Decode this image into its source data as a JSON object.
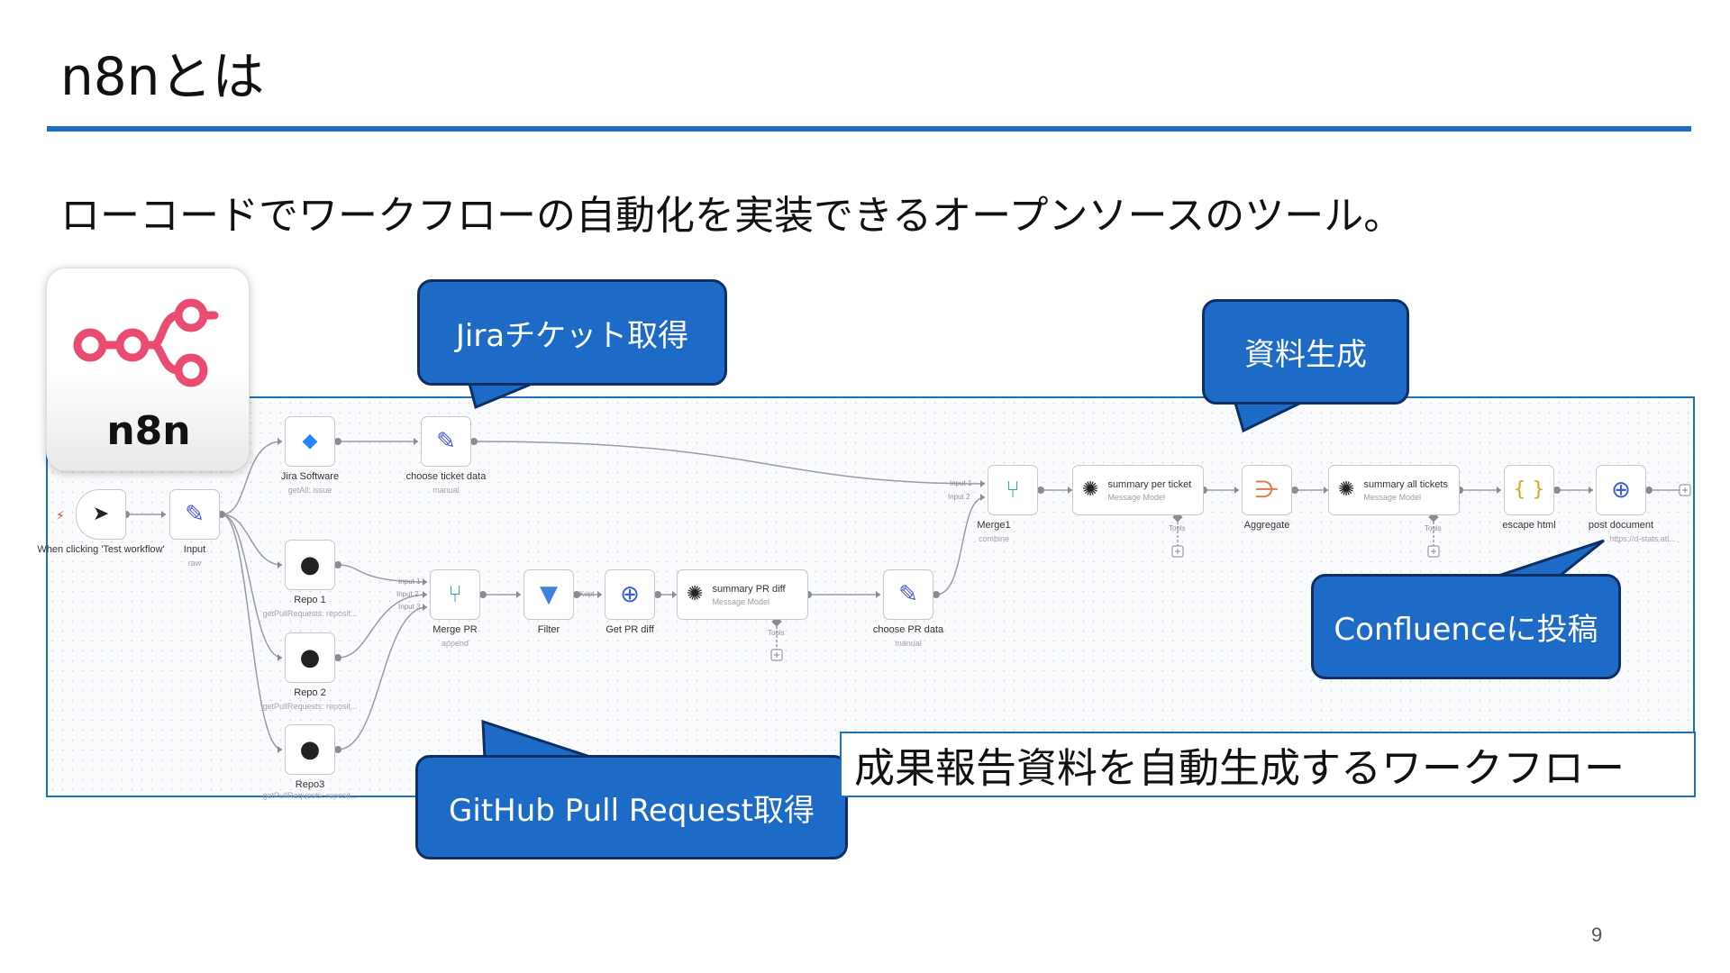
{
  "slide": {
    "title": "n8nとは",
    "subtitle": "ローコードでワークフローの自動化を実装できるオープンソースのツール。",
    "page_number": "9",
    "accent_color": "#1f6fbf"
  },
  "logo": {
    "text": "n8n",
    "color": "#ea4b71"
  },
  "workflow": {
    "nodes": {
      "trigger": {
        "label": "When clicking 'Test workflow'",
        "icon": "cursor-icon"
      },
      "input": {
        "label": "Input",
        "sub": "raw",
        "icon": "pencil-icon"
      },
      "jira": {
        "label": "Jira Software",
        "sub": "getAll: issue",
        "icon": "jira-icon"
      },
      "choose_ticket": {
        "label": "choose ticket data",
        "sub": "manual",
        "icon": "pencil-icon"
      },
      "repo1": {
        "label": "Repo 1",
        "sub": "getPullRequests: reposit...",
        "icon": "github-icon"
      },
      "repo2": {
        "label": "Repo 2",
        "sub": "getPullRequests: reposit...",
        "icon": "github-icon"
      },
      "repo3": {
        "label": "Repo3",
        "sub": "getPullRequests: reposit...",
        "icon": "github-icon"
      },
      "merge_pr": {
        "label": "Merge PR",
        "sub": "append",
        "icon": "merge-icon"
      },
      "filter": {
        "label": "Filter",
        "icon": "filter-icon"
      },
      "get_pr_diff": {
        "label": "Get PR diff",
        "icon": "globe-icon"
      },
      "summary_pr": {
        "title": "summary PR diff",
        "sub": "Message Model",
        "tools": "Tools",
        "icon": "openai-icon"
      },
      "choose_pr": {
        "label": "choose PR data",
        "sub": "manual",
        "icon": "pencil-icon"
      },
      "merge1": {
        "label": "Merge1",
        "sub": "combine",
        "icon": "merge-icon"
      },
      "summary_ticket": {
        "title": "summary per ticket",
        "sub": "Message Model",
        "tools": "Tools",
        "icon": "openai-icon"
      },
      "aggregate": {
        "label": "Aggregate",
        "icon": "aggregate-icon"
      },
      "summary_all": {
        "title": "summary all tickets",
        "sub": "Message Model",
        "tools": "Tools",
        "icon": "openai-icon"
      },
      "escape_html": {
        "label": "escape html",
        "icon": "code-braces-icon"
      },
      "post_document": {
        "label": "post document",
        "sub": "https://d-stats.atl...",
        "icon": "globe-icon"
      }
    },
    "ports": {
      "merge_pr": [
        "Input 1",
        "Input 2",
        "Input 3"
      ],
      "merge1": [
        "Input 1",
        "Input 2"
      ],
      "filter_kept": "Kept"
    }
  },
  "callouts": {
    "jira": "Jiraチケット取得",
    "docs": "資料生成",
    "confluence": "Confluenceに投稿",
    "github": "GitHub Pull Request取得"
  },
  "caption": "成果報告資料を自動生成するワークフロー"
}
